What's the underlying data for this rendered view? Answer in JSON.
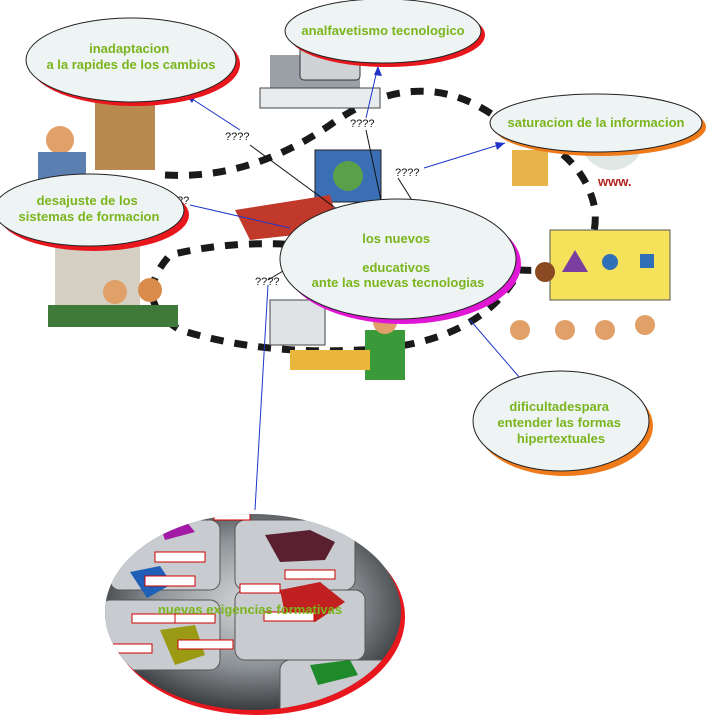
{
  "diagram": {
    "center": {
      "lines": [
        "los nuevos",
        "",
        "educativos",
        "ante las nuevas tecnologias"
      ]
    },
    "nodes": [
      {
        "id": "inadaptacion",
        "lines": [
          "inadaptacion",
          "a la rapides de los cambios"
        ]
      },
      {
        "id": "analfavetismo",
        "lines": [
          "analfavetismo tecnologico"
        ]
      },
      {
        "id": "saturacion",
        "lines": [
          "saturacion de la informacion"
        ]
      },
      {
        "id": "desajuste",
        "lines": [
          "desajuste de los",
          "sistemas de formacion"
        ]
      },
      {
        "id": "dificultades",
        "lines": [
          "dificultadespara",
          "entender las formas",
          "hipertextuales"
        ]
      },
      {
        "id": "exigencias",
        "lines": [
          "nuevas exigencias formativas"
        ]
      }
    ],
    "edge_labels": [
      "????",
      "????",
      "????",
      "??",
      "????"
    ],
    "colors": {
      "node_text": "#7ab51d",
      "bubble_fill": "#eef3f4",
      "shadow_red": "#e8171d",
      "shadow_orange": "#ef7a1a",
      "shadow_magenta": "#e018d6",
      "connector": "#1f35c9",
      "dashes": "#1a1a1a"
    }
  }
}
